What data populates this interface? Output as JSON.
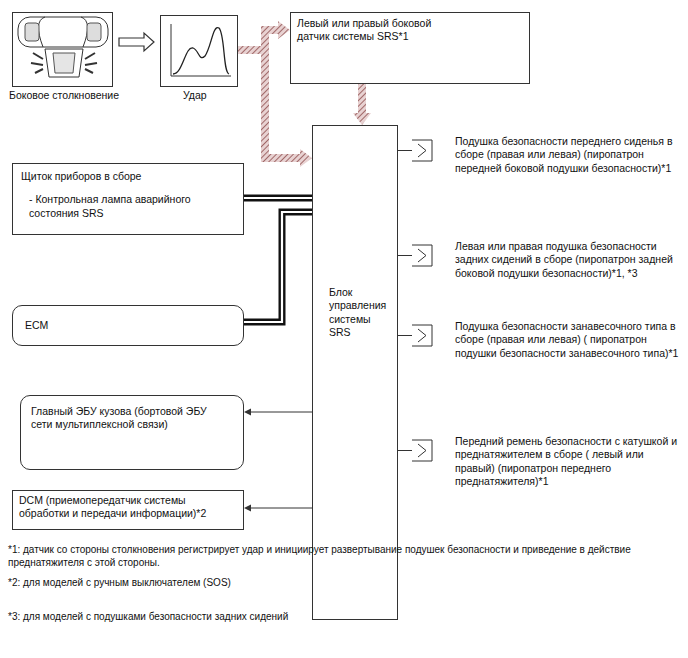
{
  "diagram": {
    "nodes": [
      {
        "text": [
          "Боковое столкновение"
        ]
      },
      {
        "text": [
          "Удар"
        ]
      },
      {
        "text": [
          "Левый или правый боковой датчик системы SRS*1"
        ]
      },
      {
        "text": [
          "Щиток приборов в сборе",
          "- Контрольная лампа аварийного состояния SRS"
        ]
      },
      {
        "text": [
          "ECM"
        ]
      },
      {
        "text": [
          "Главный ЭБУ кузова (бортовой ЭБУ сети мультиплексной связи)"
        ]
      },
      {
        "text": [
          "DCM (приемопередатчик системы обработки и передачи информации)*2"
        ]
      },
      {
        "text": [
          "Блок управления системы SRS"
        ]
      },
      {
        "text": [
          "Подушка безопасности переднего сиденья в сборе (правая или левая) (пиропатрон передней боковой подушки безопасности)*1"
        ]
      },
      {
        "text": [
          "Левая или правая подушка безопасности задних сидений в сборе (пиропатрон задней боковой подушки безопасности)*1, *3"
        ]
      },
      {
        "text": [
          "Подушка безопасности занавесочного типа в сборе (правая или левая) ( пиропатрон подушки безопасности занавесочного типа)*1"
        ]
      },
      {
        "text": [
          "Передний ремень безопасности с катушкой и преднатяжителем в сборе ( левый или правый) (пиропатрон переднего преднатяжителя)*1"
        ]
      }
    ],
    "edges": [
      {
        "from": 0,
        "to": 1,
        "arrow": "to"
      },
      {
        "from": 1,
        "to": 2,
        "arrow": "to"
      },
      {
        "from": 1,
        "to": 7,
        "arrow": "to"
      },
      {
        "from": 2,
        "to": 7,
        "arrow": "to"
      },
      {
        "from": 3,
        "to": 7,
        "arrow": "none"
      },
      {
        "from": 4,
        "to": 7,
        "arrow": "none"
      },
      {
        "from": 7,
        "to": 5,
        "arrow": "to"
      },
      {
        "from": 7,
        "to": 6,
        "arrow": "to"
      },
      {
        "from": 7,
        "to": 8,
        "arrow": "none"
      },
      {
        "from": 7,
        "to": 9,
        "arrow": "none"
      },
      {
        "from": 7,
        "to": 10,
        "arrow": "none"
      },
      {
        "from": 7,
        "to": 11,
        "arrow": "none"
      }
    ],
    "labels": [
      "*1: датчик со стороны столкновения регистрирует удар и инициирует развертывание подушек безопасности и приведение в действие преднатяжителя с этой стороны.",
      "*2: для моделей с ручным выключателем (SOS)",
      "*3: для моделей с подушками безопасности задних сидений"
    ]
  }
}
